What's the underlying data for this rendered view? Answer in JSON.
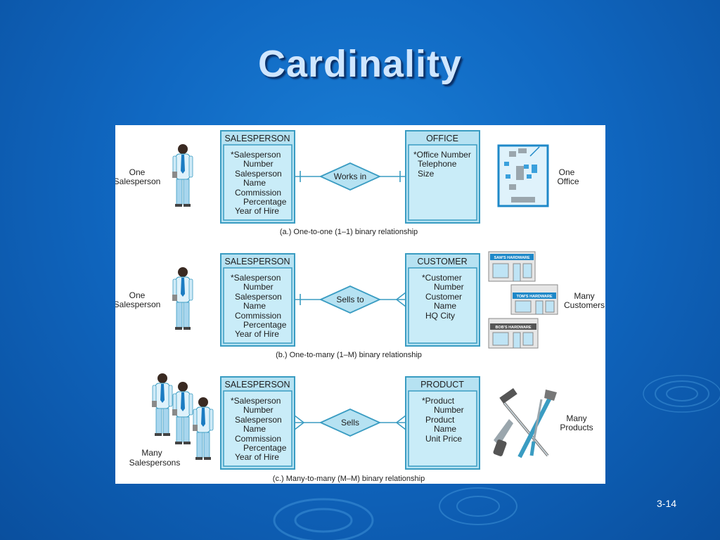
{
  "slide": {
    "title": "Cardinality",
    "number": "3-14"
  },
  "diagrams": [
    {
      "left_label": [
        "One",
        "Salesperson"
      ],
      "left_entity": {
        "title": "SALESPERSON",
        "attributes": [
          "*Salesperson",
          "Number",
          "Salesperson",
          "Name",
          "Commission",
          "Percentage",
          "Year of Hire"
        ]
      },
      "relationship": "Works in",
      "right_entity": {
        "title": "OFFICE",
        "attributes": [
          "*Office Number",
          "Telephone",
          "Size"
        ]
      },
      "right_label": [
        "One",
        "Office"
      ],
      "caption": "(a.) One-to-one (1–1) binary relationship"
    },
    {
      "left_label": [
        "One",
        "Salesperson"
      ],
      "left_entity": {
        "title": "SALESPERSON",
        "attributes": [
          "*Salesperson",
          "Number",
          "Salesperson",
          "Name",
          "Commission",
          "Percentage",
          "Year of Hire"
        ]
      },
      "relationship": "Sells to",
      "right_entity": {
        "title": "CUSTOMER",
        "attributes": [
          "*Customer",
          "Number",
          "Customer",
          "Name",
          "HQ City"
        ]
      },
      "right_label": [
        "Many",
        "Customers"
      ],
      "caption": "(b.) One-to-many (1–M) binary relationship"
    },
    {
      "left_label": [
        "Many",
        "Salespersons"
      ],
      "left_entity": {
        "title": "SALESPERSON",
        "attributes": [
          "*Salesperson",
          "Number",
          "Salesperson",
          "Name",
          "Commission",
          "Percentage",
          "Year of Hire"
        ]
      },
      "relationship": "Sells",
      "right_entity": {
        "title": "PRODUCT",
        "attributes": [
          "*Product",
          "Number",
          "Product",
          "Name",
          "Unit Price"
        ]
      },
      "right_label": [
        "Many",
        "Products"
      ],
      "caption": "(c.) Many-to-many (M–M) binary relationship"
    }
  ],
  "store_signs": [
    "SAM'S HARDWARE",
    "TOM'S HARDWARE",
    "BOB'S HARDWARE"
  ]
}
